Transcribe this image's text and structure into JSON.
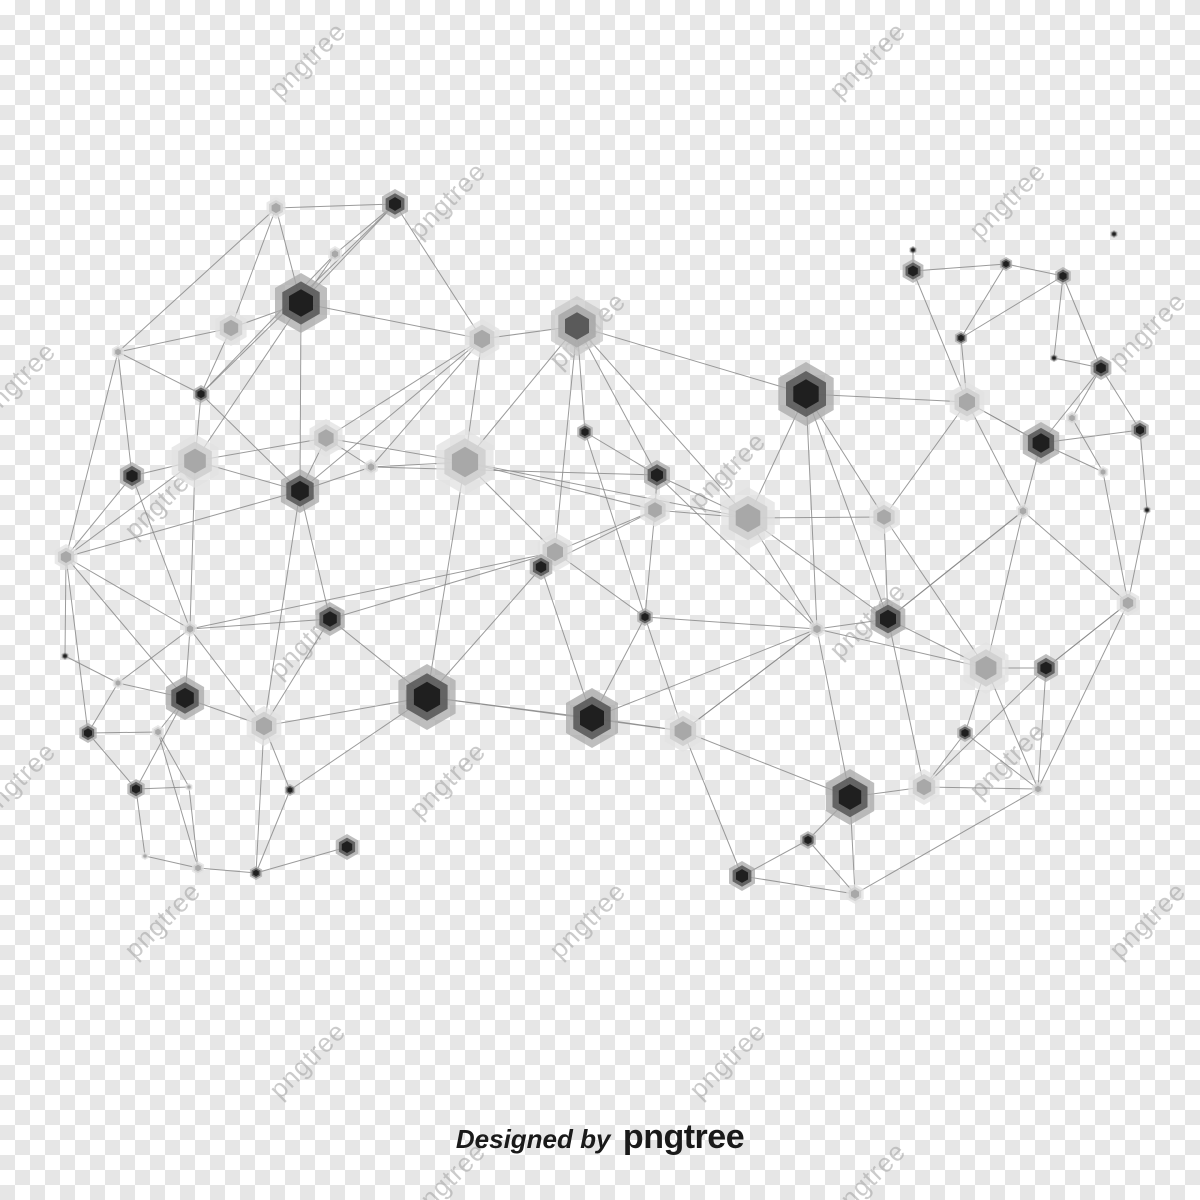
{
  "footer": {
    "designed_by": "Designed by",
    "brand": "pngtree"
  },
  "watermark": {
    "text": "pngtree",
    "icon": "pngtree-watermark-logo-icon"
  },
  "colors": {
    "background_light": "#ffffff",
    "background_checker": "#e6e6e6",
    "edge": "#8a8a8a",
    "node_dark": "#1f1f1f",
    "node_mid": "#5a5a5a",
    "node_light": "#a8a8a8",
    "footer_text": "#1a1a1a"
  }
}
